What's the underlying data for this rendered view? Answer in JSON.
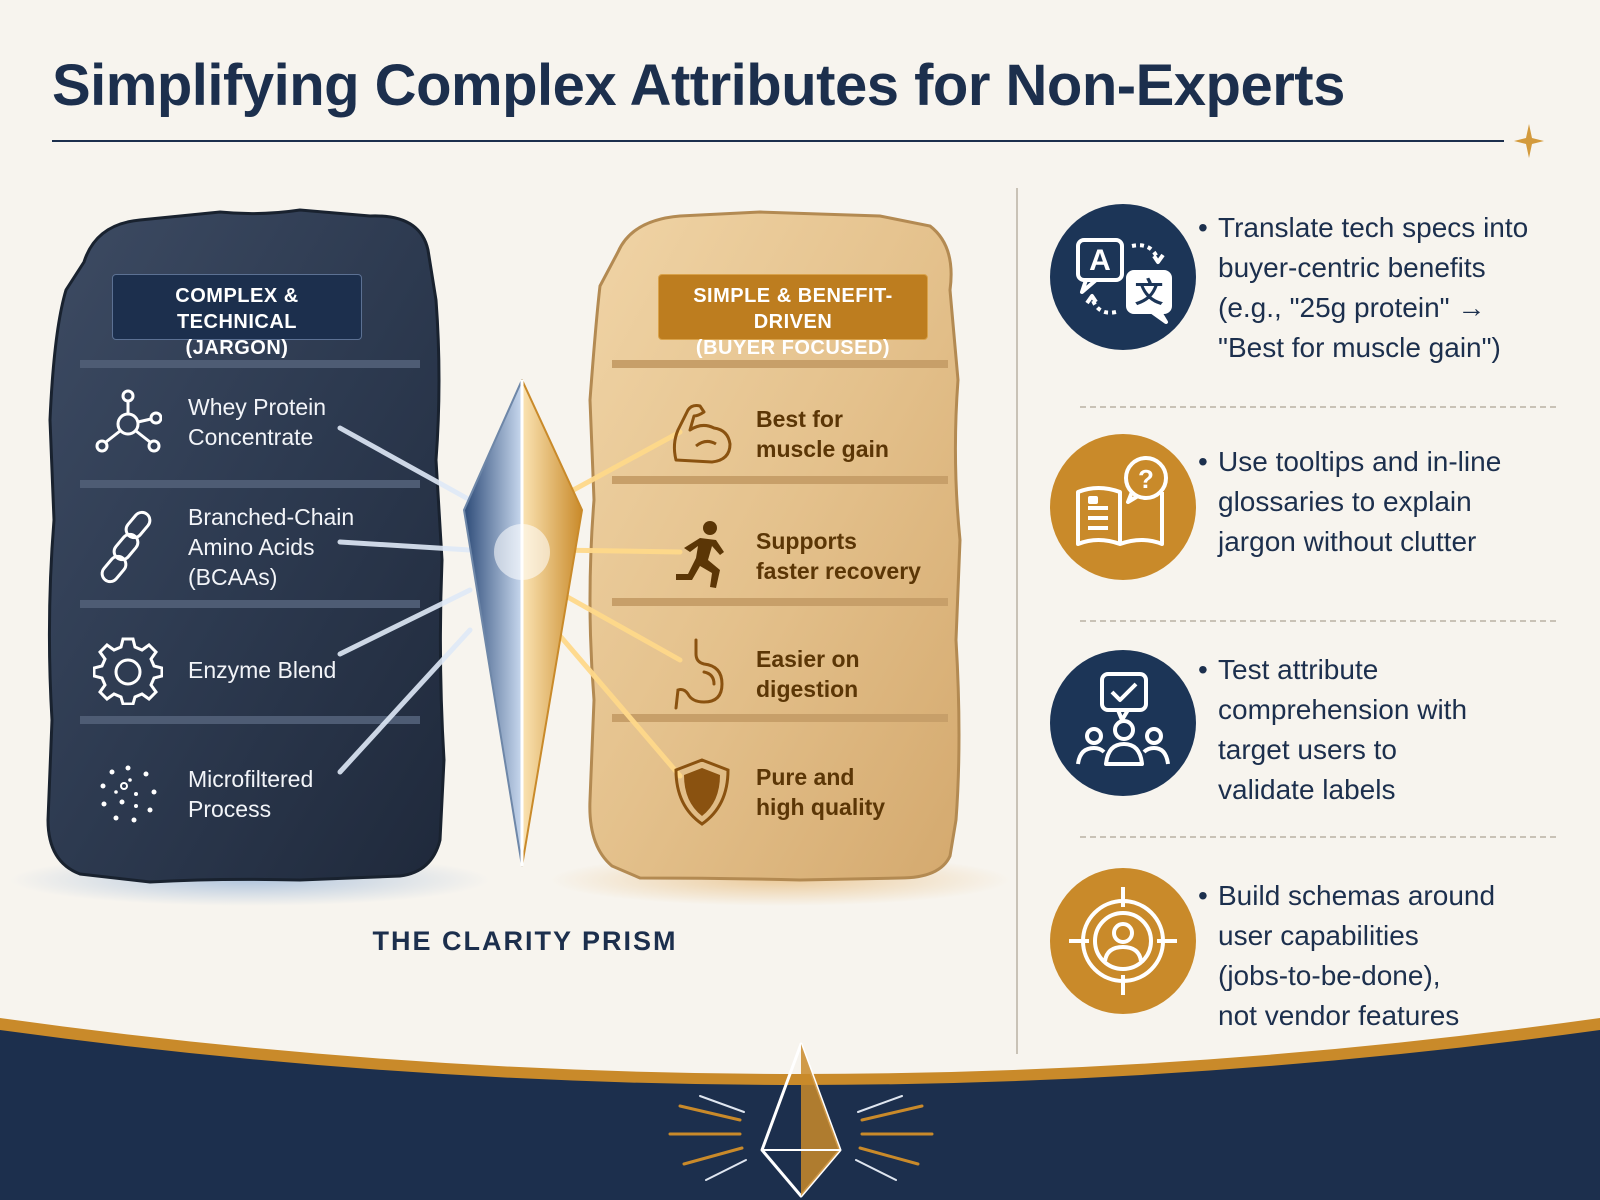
{
  "title": "Simplifying Complex Attributes for Non-Experts",
  "diagram": {
    "technical": {
      "header_line1": "COMPLEX & TECHNICAL",
      "header_line2": "(JARGON)",
      "items": [
        {
          "icon": "molecule-icon",
          "line1": "Whey Protein",
          "line2": "Concentrate",
          "line3": ""
        },
        {
          "icon": "chain-link-icon",
          "line1": "Branched-Chain",
          "line2": "Amino Acids",
          "line3": "(BCAAs)"
        },
        {
          "icon": "gear-icon",
          "line1": "Enzyme Blend",
          "line2": "",
          "line3": ""
        },
        {
          "icon": "dotted-circle-icon",
          "line1": "Microfiltered",
          "line2": "Process",
          "line3": ""
        }
      ]
    },
    "benefit": {
      "header_line1": "SIMPLE & BENEFIT-DRIVEN",
      "header_line2": "(BUYER FOCUSED)",
      "items": [
        {
          "icon": "flexed-arm-icon",
          "line1": "Best for",
          "line2": "muscle gain"
        },
        {
          "icon": "runner-icon",
          "line1": "Supports",
          "line2": "faster recovery"
        },
        {
          "icon": "stomach-icon",
          "line1": "Easier on",
          "line2": "digestion"
        },
        {
          "icon": "shield-icon",
          "line1": "Pure and",
          "line2": "high quality"
        }
      ]
    },
    "prism_label": "THE CLARITY PRISM"
  },
  "tips": [
    {
      "icon": "translate-icon",
      "bullet": "•",
      "text_lines": [
        "Translate tech specs into",
        "buyer-centric benefits",
        "(e.g., \"25g protein\" →",
        "\"Best for muscle gain\")"
      ]
    },
    {
      "icon": "book-question-icon",
      "bullet": "•",
      "text_lines": [
        "Use tooltips and in-line",
        "glossaries to explain",
        "jargon without clutter"
      ]
    },
    {
      "icon": "user-feedback-icon",
      "bullet": "•",
      "text_lines": [
        "Test attribute",
        "comprehension with",
        "target users to",
        "validate labels"
      ]
    },
    {
      "icon": "target-user-icon",
      "bullet": "•",
      "text_lines": [
        "Build schemas around",
        "user capabilities",
        "(jobs-to-be-done),",
        "not vendor features"
      ]
    }
  ],
  "colors": {
    "navy": "#1c2f4d",
    "gold": "#c98a2a",
    "background": "#f7f4ee"
  }
}
